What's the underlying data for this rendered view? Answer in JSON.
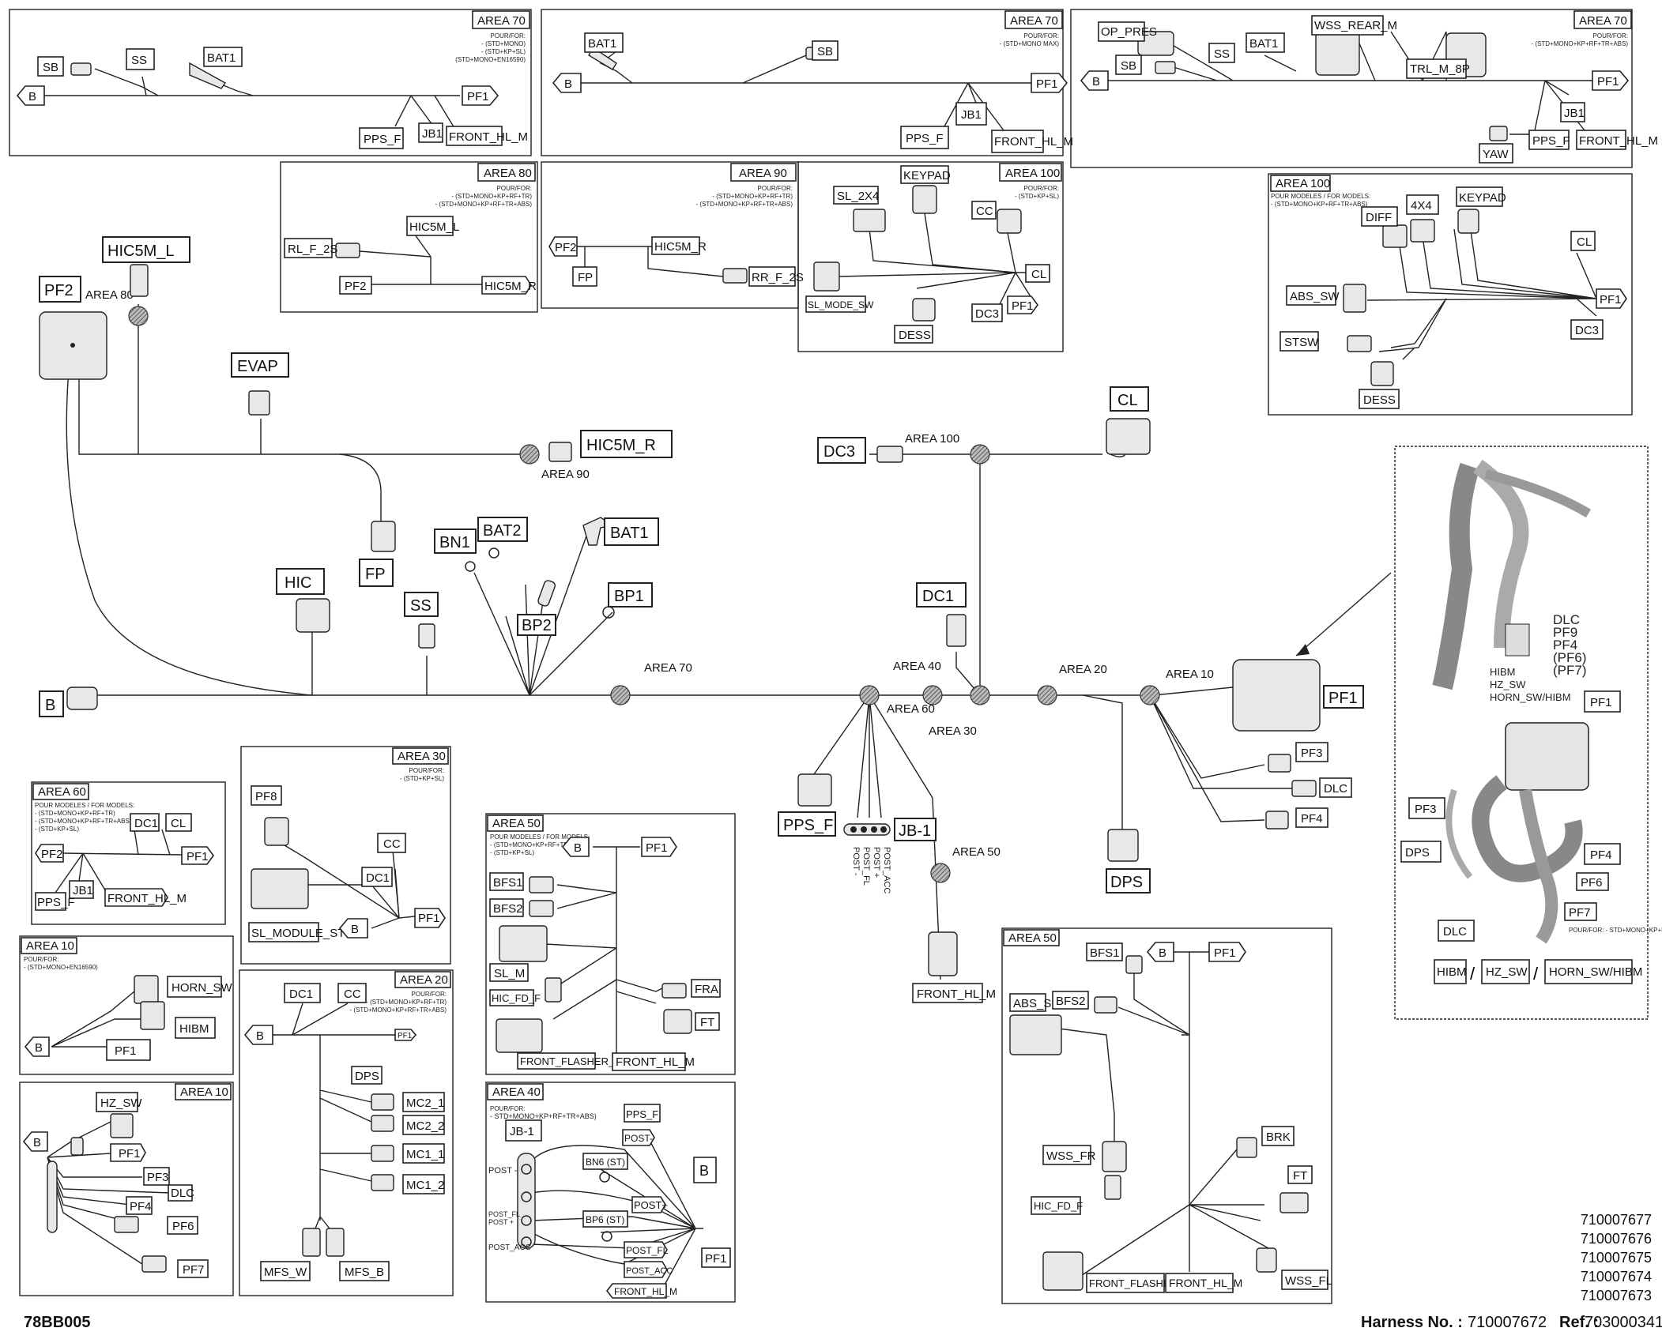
{
  "diagram_code": "78BB005",
  "harness": {
    "label": "Harness No. :",
    "number": "710007672",
    "ref_label": "Ref. :",
    "ref": "703000341",
    "other_numbers": [
      "710007677",
      "710007676",
      "710007675",
      "710007674",
      "710007673"
    ]
  },
  "main": {
    "connectors": {
      "B": "B",
      "PF2": "PF2",
      "HIC5M_L": "HIC5M_L",
      "EVAP": "EVAP",
      "HIC5M_R": "HIC5M_R",
      "FP": "FP",
      "HIC": "HIC",
      "SS": "SS",
      "BN1": "BN1",
      "BAT2": "BAT2",
      "BP2": "BP2",
      "BAT1": "BAT1",
      "BP1": "BP1",
      "DC3": "DC3",
      "CL": "CL",
      "DC1": "DC1",
      "PF1": "PF1",
      "PF3": "PF3",
      "DLC": "DLC",
      "PF4": "PF4",
      "DPS": "DPS",
      "PPS_F": "PPS_F",
      "JB1": "JB-1",
      "FRONT_HL_M": "FRONT_HL_M"
    },
    "areas": {
      "a80": "AREA 80",
      "a90": "AREA 90",
      "a70": "AREA 70",
      "a100": "AREA 100",
      "a40": "AREA 40",
      "a60": "AREA 60",
      "a30": "AREA 30",
      "a20": "AREA 20",
      "a10": "AREA 10",
      "a50": "AREA 50"
    },
    "jb_posts": [
      "POST -",
      "POST_FL",
      "POST +",
      "POST_ACC"
    ]
  },
  "inset": {
    "DLC": "DLC",
    "PF9": "PF9",
    "PF4": "PF4",
    "PF6": "(PF6)",
    "PF7": "(PF7)",
    "HIBM": "HIBM",
    "HZ_SW": "HZ_SW",
    "HORN_SW_HIBM": "HORN_SW/HIBM",
    "PF1": "PF1",
    "PF3": "PF3",
    "DPS": "DPS",
    "PF4b": "PF4",
    "PF6b": "PF6",
    "PF7b": "PF7",
    "DLCb": "DLC",
    "note": "POUR/FOR: - STD+MONO+KP+RF+TR+ABS",
    "bottom_hibm": "HIBM",
    "bottom_hz": "HZ_SW",
    "bottom_horn": "HORN_SW/HIBM"
  },
  "boxes": {
    "b1": {
      "area": "AREA 70",
      "notes": [
        "POUR/FOR:",
        "- (STD+MONO)",
        "- (STD+KP+SL)",
        "(STD+MONO+EN16590)"
      ],
      "labels": {
        "SB": "SB",
        "SS": "SS",
        "BAT1": "BAT1",
        "B": "B",
        "PF1": "PF1",
        "PPS_F": "PPS_F",
        "JB1": "JB1",
        "FRONT_HL_M": "FRONT_HL_M"
      }
    },
    "b2": {
      "area": "AREA 70",
      "notes": [
        "POUR/FOR:",
        "- (STD+MONO MAX)"
      ],
      "labels": {
        "BAT1": "BAT1",
        "SB": "SB",
        "B": "B",
        "PF1": "PF1",
        "JB1": "JB1",
        "PPS_F": "PPS_F",
        "FRONT_HL_M": "FRONT_HL_M"
      }
    },
    "b3": {
      "area": "AREA 70",
      "notes": [
        "POUR/FOR:",
        "- (STD+MONO+KP+RF+TR+ABS)"
      ],
      "labels": {
        "OP_PRES": "OP_PRES",
        "SB": "SB",
        "SS": "SS",
        "BAT1": "BAT1",
        "WSS_REAR_M": "WSS_REAR_M",
        "TRL_M_8P": "TRL_M_8P",
        "B": "B",
        "PF1": "PF1",
        "JB1": "JB1",
        "YAW": "YAW",
        "PPS_F": "PPS_F",
        "FRONT_HL_M": "FRONT_HL_M"
      }
    },
    "b4": {
      "area": "AREA 80",
      "notes": [
        "POUR/FOR:",
        "- (STD+MONO+KP+RF+TR)",
        "- (STD+MONO+KP+RF+TR+ABS)"
      ],
      "labels": {
        "HIC5M_L": "HIC5M_L",
        "RL_F_2S": "RL_F_2S",
        "PF2": "PF2",
        "HIC5M_R": "HIC5M_R"
      }
    },
    "b5": {
      "area": "AREA 90",
      "notes": [
        "POUR/FOR:",
        "- (STD+MONO+KP+RF+TR)",
        "- (STD+MONO+KP+RF+TR+ABS)"
      ],
      "labels": {
        "PF2": "PF2",
        "HIC5M_R": "HIC5M_R",
        "FP": "FP",
        "RR_F_2S": "RR_F_2S"
      }
    },
    "b6": {
      "area": "AREA 100",
      "notes": [
        "POUR/FOR:",
        "- (STD+KP+SL)"
      ],
      "labels": {
        "SL_2X4": "SL_2X4",
        "KEYPAD": "KEYPAD",
        "CC": "CC",
        "CL": "CL",
        "SL_MODE_SW": "SL_MODE_SW",
        "DC3": "DC3",
        "PF1": "PF1",
        "DESS": "DESS"
      }
    },
    "b7": {
      "area": "AREA 100",
      "notes": [
        "POUR MODELES / FOR MODELS:",
        "- (STD+MONO+KP+RF+TR+ABS)"
      ],
      "labels": {
        "DIFF": "DIFF",
        "4X4": "4X4",
        "KEYPAD": "KEYPAD",
        "CL": "CL",
        "ABS_SW": "ABS_SW",
        "PF1": "PF1",
        "DC3": "DC3",
        "STSW": "STSW",
        "DESS": "DESS"
      }
    },
    "b8": {
      "area": "AREA 60",
      "notes": [
        "POUR MODELES / FOR MODELS:",
        "- (STD+MONO+KP+RF+TR)",
        "- (STD+MONO+KP+RF+TR+ABS)",
        "- (STD+KP+SL)"
      ],
      "labels": {
        "DC1": "DC1",
        "CL": "CL",
        "PF2": "PF2",
        "PF1": "PF1",
        "PPS_F": "PPS_F",
        "JB1": "JB1",
        "FRONT_HL_M": "FRONT_HL_M"
      }
    },
    "b9": {
      "area": "AREA 30",
      "notes": [
        "POUR/FOR:",
        "- (STD+KP+SL)"
      ],
      "labels": {
        "PF8": "PF8",
        "CC": "CC",
        "DC1": "DC1",
        "SL_MODULE_ST": "SL_MODULE_ST",
        "B": "B",
        "PF1": "PF1"
      }
    },
    "b10": {
      "area": "AREA 10",
      "notes": [
        "POUR/FOR:",
        "- (STD+MONO+EN16590)"
      ],
      "labels": {
        "HORN_SW": "HORN_SW",
        "HIBM": "HIBM",
        "B": "B",
        "PF1": "PF1"
      }
    },
    "b11": {
      "area": "AREA 10",
      "notes": [],
      "labels": {
        "HZ_SW": "HZ_SW",
        "B": "B",
        "PF1": "PF1",
        "PF3": "PF3",
        "DLC": "DLC",
        "PF4": "PF4",
        "PF6": "PF6",
        "PF7": "PF7"
      }
    },
    "b12": {
      "area": "AREA 20",
      "notes": [
        "POUR/FOR:",
        "- (STD+MONO+KP+RF+TR)",
        "- (STD+MONO+KP+RF+TR+ABS)"
      ],
      "labels": {
        "DC1": "DC1",
        "CC": "CC",
        "B": "B",
        "PF1": "PF1",
        "DPS": "DPS",
        "MC2_1": "MC2_1",
        "MC2_2": "MC2_2",
        "MC1_1": "MC1_1",
        "MC1_2": "MC1_2",
        "MFS_W": "MFS_W",
        "MFS_B": "MFS_B"
      }
    },
    "b13": {
      "area": "AREA 50",
      "notes": [
        "POUR MODELES / FOR MODELS:",
        "- (STD+MONO+KP+RF+TR)",
        "- (STD+KP+SL)"
      ],
      "labels": {
        "B": "B",
        "PF1": "PF1",
        "BFS1": "BFS1",
        "BFS2": "BFS2",
        "SL_M": "SL_M",
        "HIC_FD_F": "HIC_FD_F",
        "FRA": "FRA",
        "FT": "FT",
        "FRONT_FLASHER_M": "FRONT_FLASHER_M",
        "FRONT_HL_M": "FRONT_HL_M"
      }
    },
    "b14": {
      "area": "AREA 40",
      "notes": [
        "POUR/FOR:",
        "- STD+MONO+KP+RF+TR+ABS)"
      ],
      "labels": {
        "PPS_F": "PPS_F",
        "JB1": "JB-1",
        "POST_MINUS": "POST-",
        "BN6": "BN6  (ST)",
        "POST_PLUS": "POST+",
        "BP6": "BP6  (ST)",
        "B": "B",
        "POST_FL": "POST_FL",
        "POST_ACC": "POST_ACC",
        "PF1": "PF1",
        "FRONT_HL_M": "FRONT_HL_M",
        "p1": "POST -",
        "p2": "POST_FL",
        "p3": "POST +",
        "p4": "POST_ACC"
      }
    },
    "b15": {
      "area": "AREA 50",
      "notes": [],
      "labels": {
        "BFS1": "BFS1",
        "B": "B",
        "PF1": "PF1",
        "ABS_S": "ABS_S",
        "BFS2": "BFS2",
        "BRK": "BRK",
        "WSS_FR": "WSS_FR",
        "FT": "FT",
        "HIC_FD_F": "HIC_FD_F",
        "FRONT_FLASHER_M": "FRONT_FLASHER_M",
        "FRONT_HL_M": "FRONT_HL_M",
        "WSS_FL": "WSS_FL"
      }
    }
  }
}
